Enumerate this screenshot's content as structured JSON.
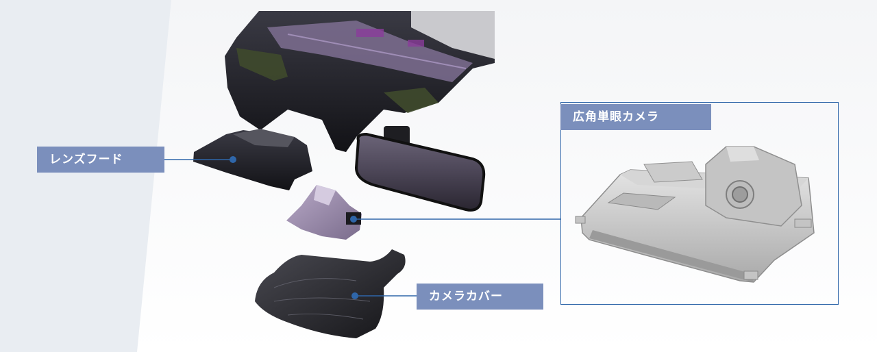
{
  "labels": {
    "lens_hood": "レンズフード",
    "wide_angle_mono_camera": "広角単眼カメラ",
    "camera_cover": "カメラカバー"
  },
  "colors": {
    "label_bg": "#7b8fbc",
    "label_text": "#ffffff",
    "leader_line": "#2f66a9",
    "frame_border": "#2f66a9"
  }
}
